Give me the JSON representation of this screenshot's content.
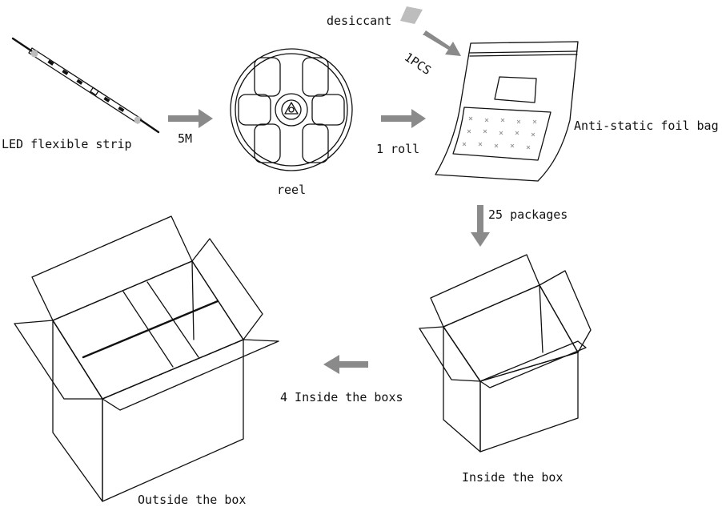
{
  "labels": {
    "desiccant": "desiccant",
    "one_pcs": "1PCS",
    "led_strip": "LED flexible strip",
    "five_m": "5M",
    "reel": "reel",
    "one_roll": "1 roll",
    "foil_bag": "Anti-static foil bag",
    "twenty_five_packages": "25 packages",
    "four_inside": "4 Inside the boxs",
    "inside_box": "Inside the box",
    "outside_box": "Outside the box"
  },
  "colors": {
    "line": "#111111",
    "arrow": "#8a8a8a",
    "accent_gray": "#bdbdbd"
  },
  "icons": [
    "led-strip-icon",
    "reel-icon",
    "desiccant-icon",
    "foil-bag-icon",
    "open-box-icon",
    "arrow-right-icon",
    "arrow-down-icon",
    "arrow-left-icon"
  ]
}
